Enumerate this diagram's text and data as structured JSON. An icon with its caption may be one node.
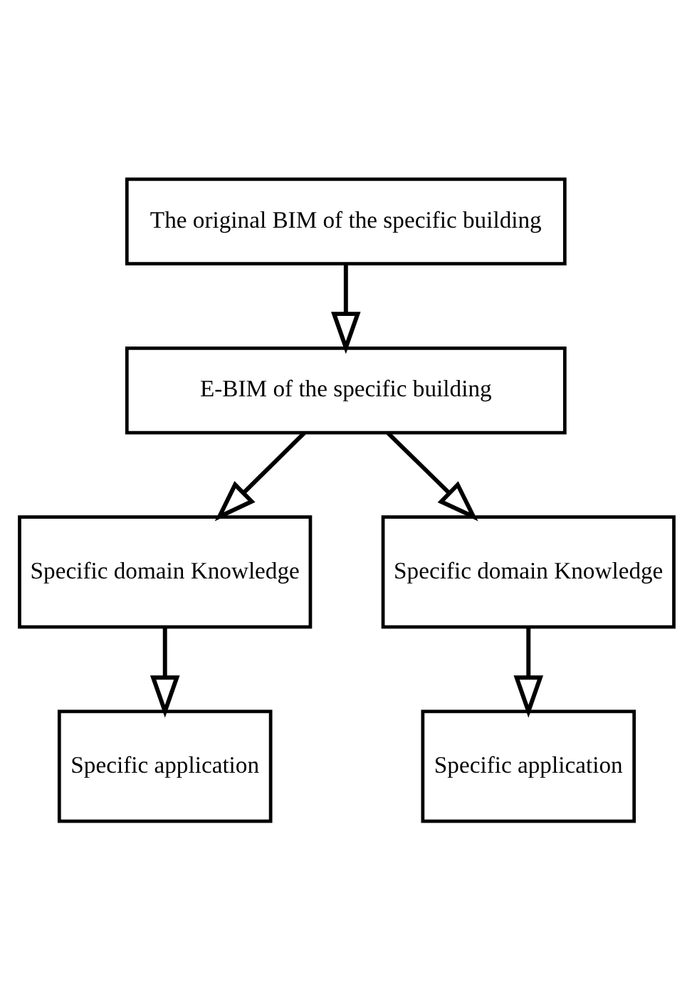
{
  "diagram": {
    "nodes": [
      {
        "text": [
          "The original BIM of the specific building"
        ]
      },
      {
        "text": [
          "E-BIM of the specific building"
        ]
      },
      {
        "text": [
          "Specific domain Knowledge"
        ]
      },
      {
        "text": [
          "Specific domain Knowledge"
        ]
      },
      {
        "text": [
          "Specific application"
        ]
      },
      {
        "text": [
          "Specific application"
        ]
      }
    ],
    "edges": [
      {
        "from": 0,
        "to": 1,
        "arrow": "to"
      },
      {
        "from": 1,
        "to": 2,
        "arrow": "to"
      },
      {
        "from": 1,
        "to": 3,
        "arrow": "to"
      },
      {
        "from": 2,
        "to": 4,
        "arrow": "to"
      },
      {
        "from": 3,
        "to": 5,
        "arrow": "to"
      }
    ]
  }
}
